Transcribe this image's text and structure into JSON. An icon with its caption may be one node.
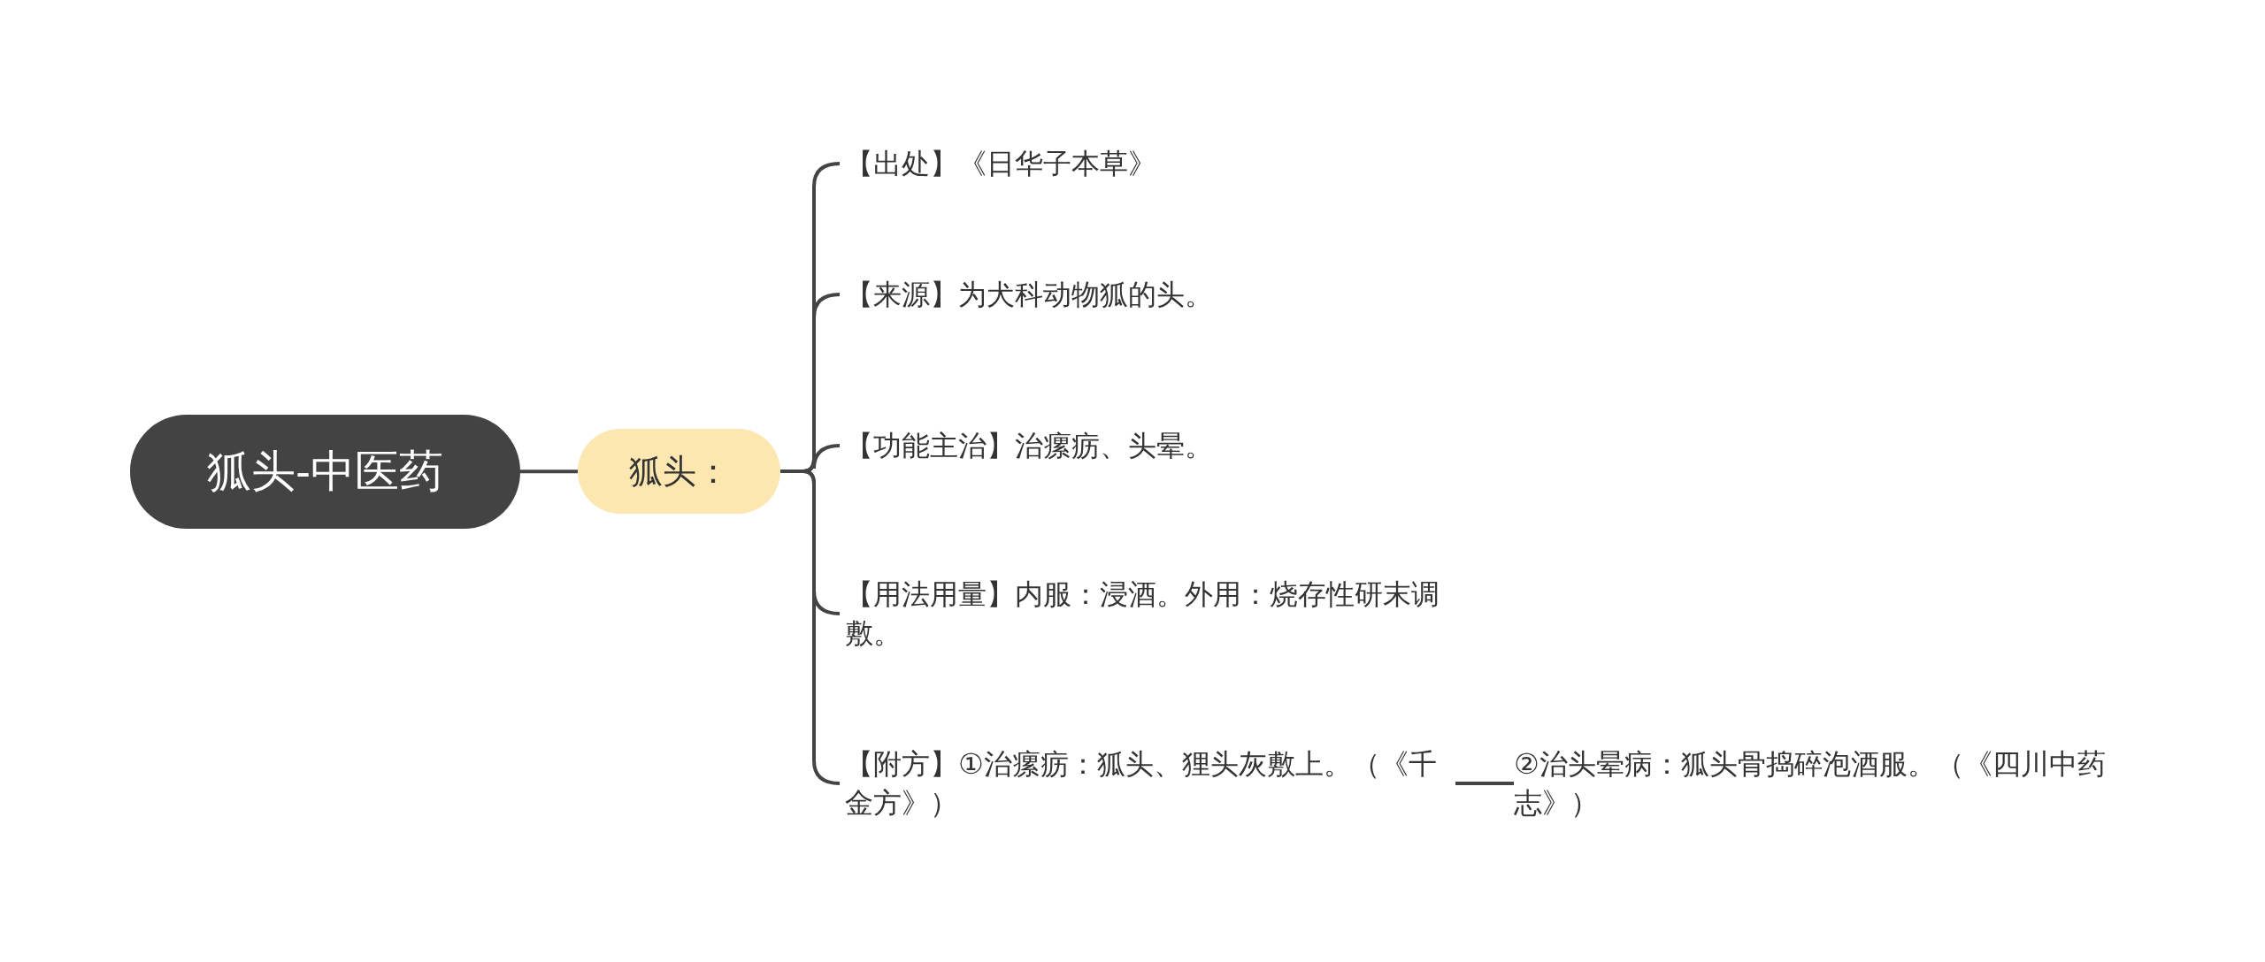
{
  "diagram": {
    "nodes": [
      {
        "text": [
          "狐头-中医药"
        ]
      },
      {
        "text": [
          "狐头："
        ]
      },
      {
        "text": [
          "【出处】《日华子本草》"
        ]
      },
      {
        "text": [
          "【来源】为犬科动物狐的头。"
        ]
      },
      {
        "text": [
          "【功能主治】治瘰疬、头晕。"
        ]
      },
      {
        "text": [
          "【用法用量】内服：浸酒。外用：烧存性研末调敷。"
        ]
      },
      {
        "text": [
          "【附方】①治瘰疬：狐头、狸头灰敷上。（《千金方》）"
        ]
      },
      {
        "text": [
          "②治头晕病：狐头骨捣碎泡酒服。（《四川中药志》）"
        ]
      }
    ],
    "edges": [
      {
        "from": 0,
        "to": 1,
        "arrow": "none"
      },
      {
        "from": 1,
        "to": 2,
        "arrow": "none"
      },
      {
        "from": 1,
        "to": 3,
        "arrow": "none"
      },
      {
        "from": 1,
        "to": 4,
        "arrow": "none"
      },
      {
        "from": 1,
        "to": 5,
        "arrow": "none"
      },
      {
        "from": 1,
        "to": 6,
        "arrow": "none"
      },
      {
        "from": 6,
        "to": 7,
        "arrow": "none"
      }
    ]
  }
}
